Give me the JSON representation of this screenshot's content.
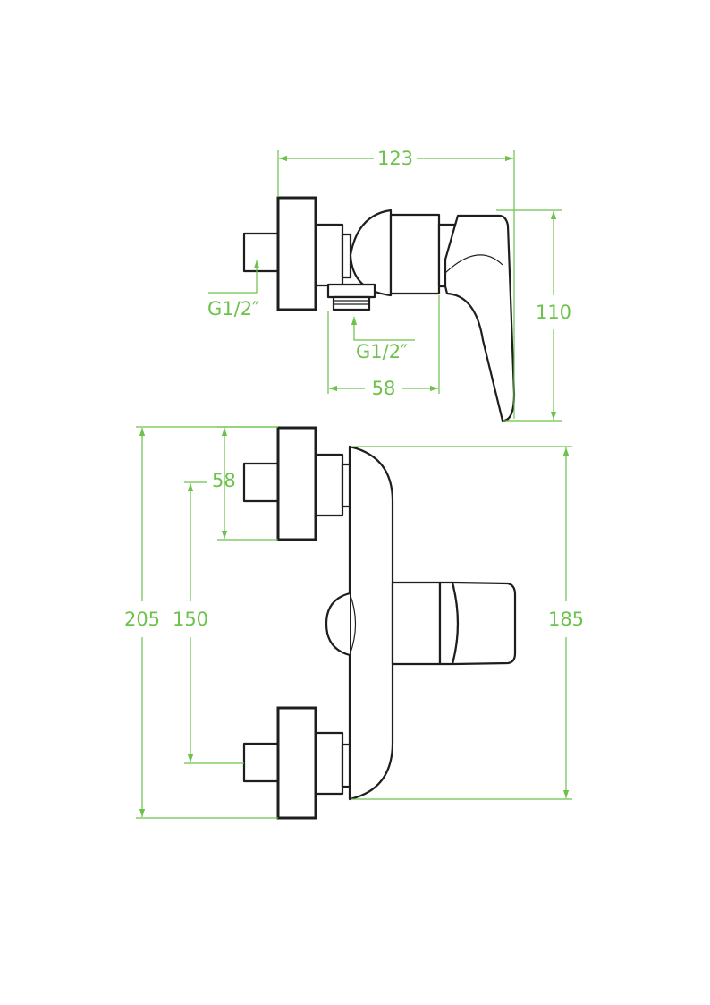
{
  "colors": {
    "dimension": "#6cc24a",
    "outline": "#1e1e1e",
    "background": "#ffffff"
  },
  "top_view": {
    "overall_width": "123",
    "height": "110",
    "inlet_thread": "G1/2″",
    "outlet_thread": "G1/2″",
    "body_depth": "58"
  },
  "front_view": {
    "overall_height": "205",
    "eccentric_adjust": "58",
    "inlet_spacing": "150",
    "body_height": "185"
  }
}
